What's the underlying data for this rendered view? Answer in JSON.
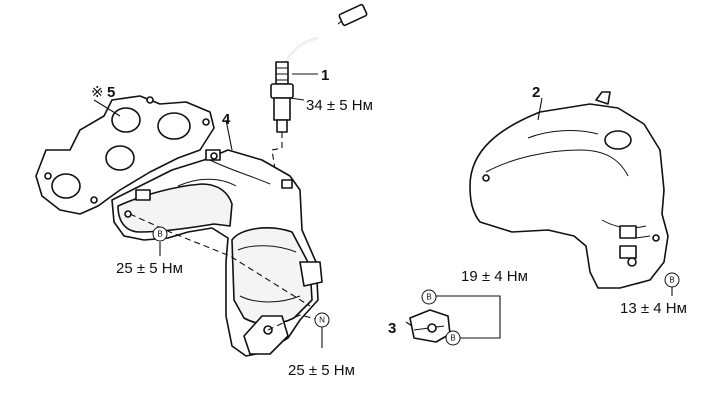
{
  "parts": {
    "p1": "1",
    "p2": "2",
    "p3": "3",
    "p4": "4",
    "p5": "5",
    "p5_mark": "※"
  },
  "torques": {
    "sensor": "34 ± 5 Нм",
    "manifold_flange": "25 ± 5 Нм",
    "manifold_stay": "25 ± 5 Нм",
    "bracket": "19 ± 4 Нм",
    "heat_shield": "13 ± 4 Нм"
  },
  "markers": {
    "b": "B",
    "n": "N"
  }
}
